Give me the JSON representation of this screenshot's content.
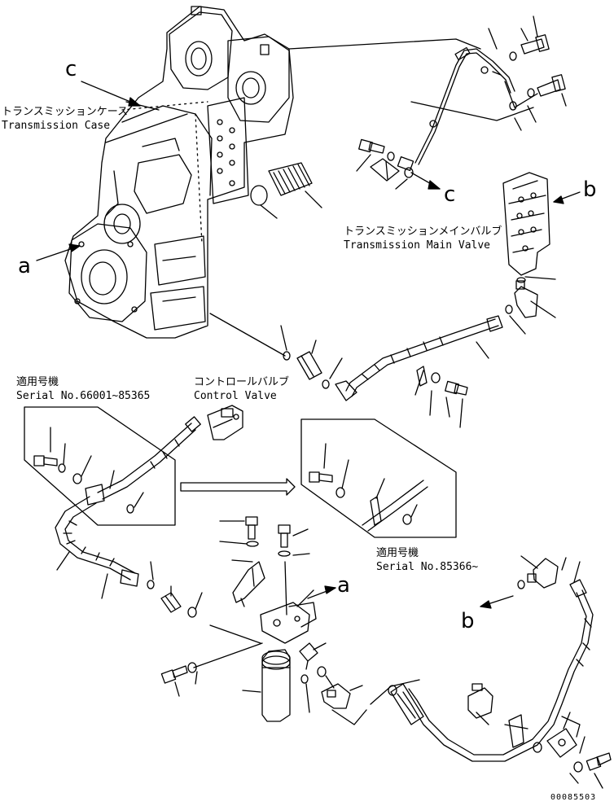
{
  "labels": {
    "transmission_case_jp": "トランスミッションケース",
    "transmission_case_en": "Transmission Case",
    "main_valve_jp": "トランスミッションメインバルブ",
    "main_valve_en": "Transmission Main Valve",
    "serial_a_jp": "適用号機",
    "serial_a_en": "Serial No.66001~85365",
    "control_valve_jp": "コントロールバルブ",
    "control_valve_en": "Control Valve",
    "serial_b_jp": "適用号機",
    "serial_b_en": "Serial No.85366~"
  },
  "refs": {
    "c1": "c",
    "c2": "c",
    "a1": "a",
    "a2": "a",
    "b1": "b",
    "b2": "b"
  },
  "drawing_number": "00085503"
}
